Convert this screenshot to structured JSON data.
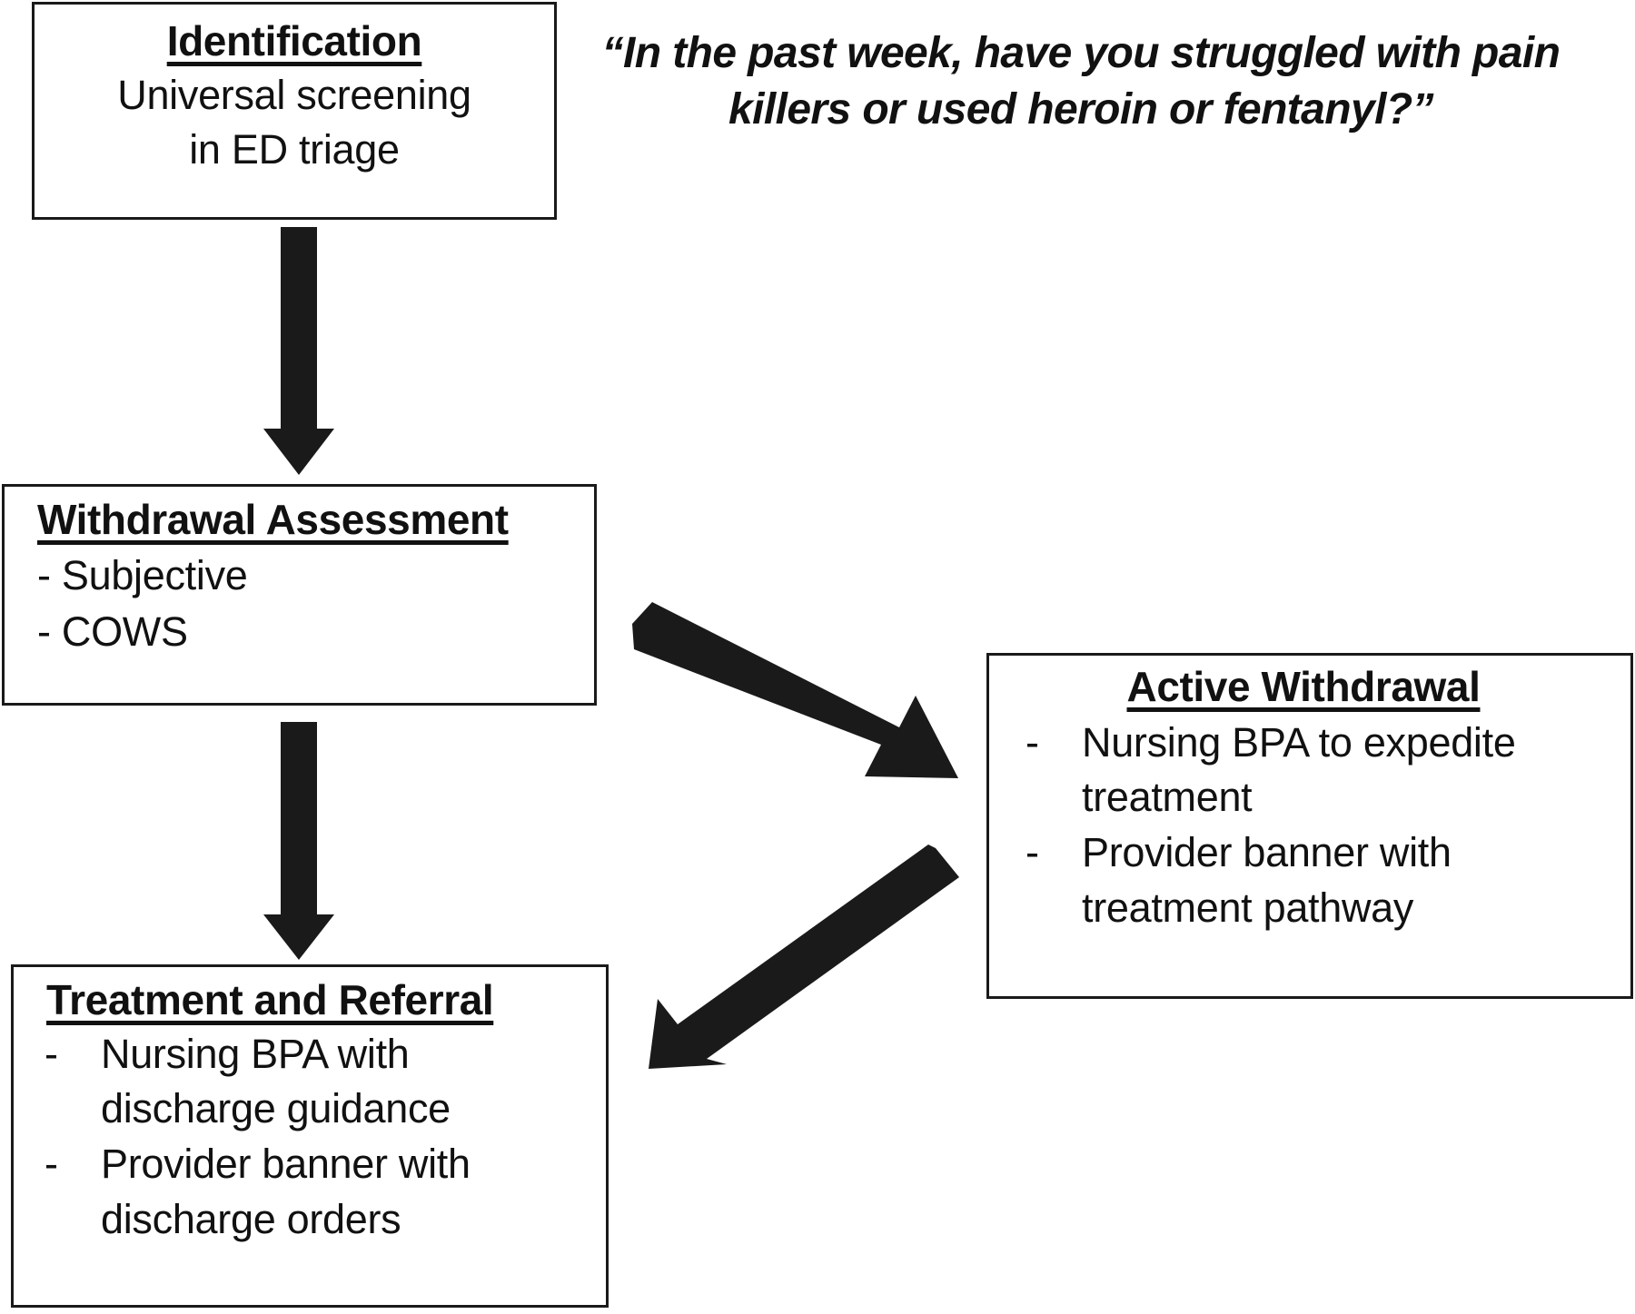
{
  "figure": {
    "type": "flowchart",
    "orientation": "top-to-bottom with branch to the right",
    "background_color": "#ffffff",
    "stroke_color": "#1a1a1a"
  },
  "quote": {
    "text": "“In the past week, have you struggled with pain killers or used heroin or fentanyl?”"
  },
  "boxes": {
    "identification": {
      "title": "Identification",
      "lines": [
        "Universal screening",
        "in ED triage"
      ]
    },
    "withdrawal_assessment": {
      "title": "Withdrawal Assessment",
      "lines": [
        "- Subjective",
        "- COWS"
      ]
    },
    "active_withdrawal": {
      "title": "Active Withdrawal",
      "bullets": [
        {
          "dash": "-",
          "lines": [
            "Nursing BPA to expedite",
            "treatment"
          ]
        },
        {
          "dash": "-",
          "lines": [
            "Provider banner with",
            "treatment pathway"
          ]
        }
      ]
    },
    "treatment_and_referral": {
      "title": "Treatment and Referral",
      "bullets": [
        {
          "dash": "-",
          "lines": [
            "Nursing BPA with",
            "discharge guidance"
          ]
        },
        {
          "dash": "-",
          "lines": [
            "Provider banner with",
            "discharge orders"
          ]
        }
      ]
    }
  },
  "arrows": [
    {
      "name": "identification-to-withdrawal",
      "direction": "down"
    },
    {
      "name": "withdrawal-to-active-withdrawal",
      "direction": "down-right"
    },
    {
      "name": "withdrawal-to-treatment",
      "direction": "down"
    },
    {
      "name": "active-withdrawal-to-treatment",
      "direction": "down-left"
    }
  ]
}
